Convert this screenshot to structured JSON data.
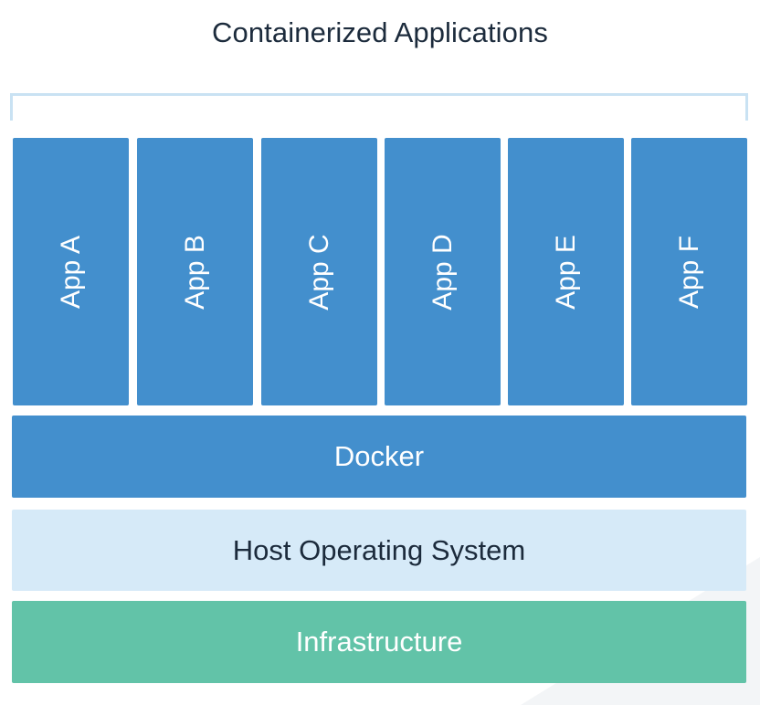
{
  "title": "Containerized Applications",
  "apps": [
    "App A",
    "App B",
    "App C",
    "App D",
    "App E",
    "App F"
  ],
  "layers": {
    "docker": "Docker",
    "host": "Host Operating System",
    "infrastructure": "Infrastructure"
  },
  "colors": {
    "app": "#438fcd",
    "docker": "#438fcd",
    "host": "#d6eaf8",
    "infrastructure": "#62c3a8",
    "bracket": "#c9e2f3",
    "title_text": "#1c2b3c"
  }
}
